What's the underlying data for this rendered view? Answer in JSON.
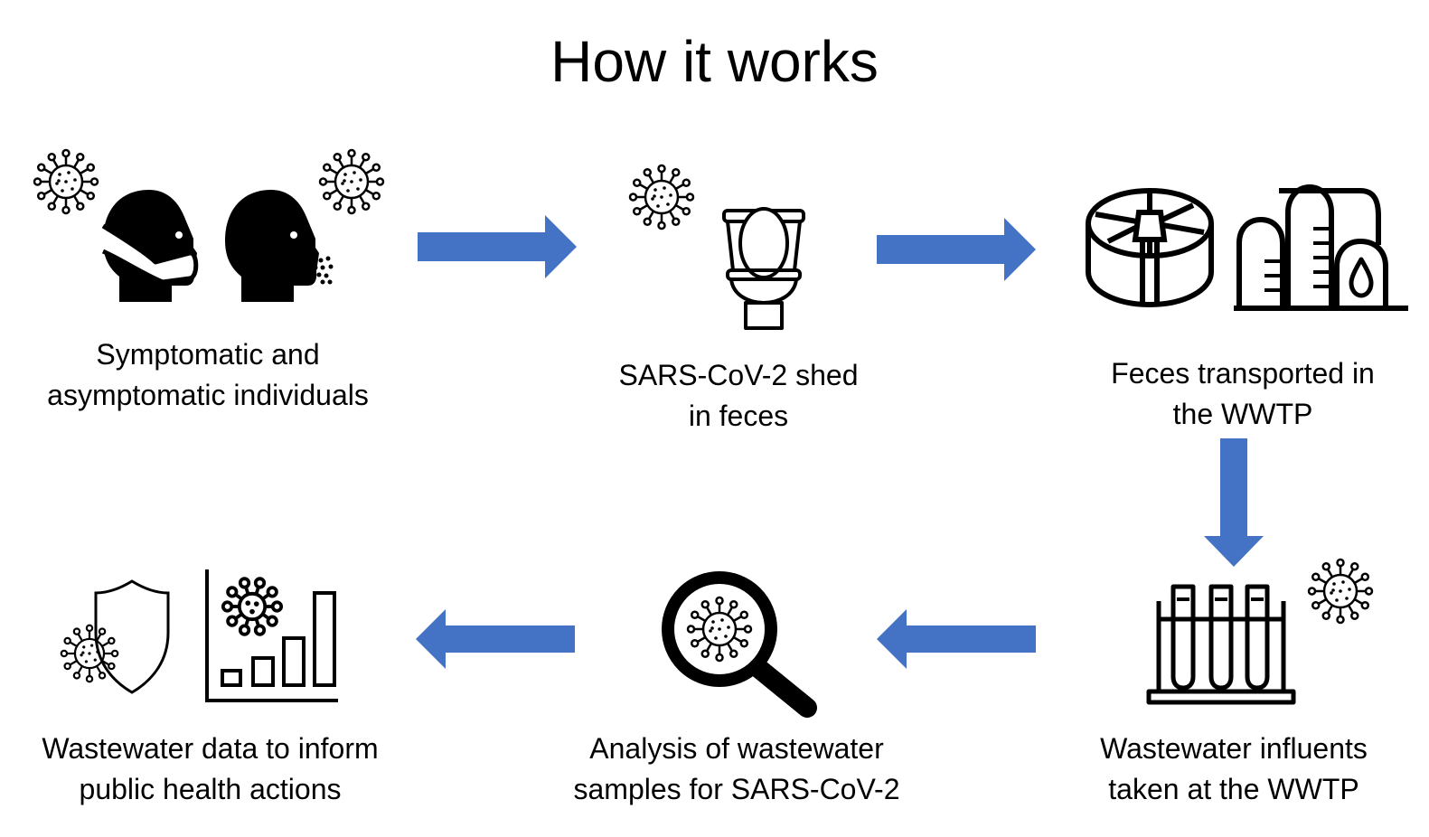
{
  "title": "How it works",
  "steps": [
    {
      "label": "Symptomatic and\nasymptomatic individuals"
    },
    {
      "label": "SARS-CoV-2 shed\nin feces"
    },
    {
      "label": "Feces transported in\nthe WWTP"
    },
    {
      "label": "Wastewater influents\ntaken at the WWTP"
    },
    {
      "label": "Analysis of wastewater\nsamples for SARS-CoV-2"
    },
    {
      "label": "Wastewater data to inform\npublic health actions"
    }
  ],
  "colors": {
    "arrow": "#4472C4",
    "icon": "#000000",
    "background": "#FFFFFF"
  },
  "icons": [
    "virus-icon",
    "masked-person-icon",
    "sneezing-person-icon",
    "toilet-icon",
    "water-tank-icon",
    "treatment-plant-icon",
    "test-tubes-icon",
    "magnifier-virus-icon",
    "shield-virus-icon",
    "bar-chart-virus-icon"
  ]
}
